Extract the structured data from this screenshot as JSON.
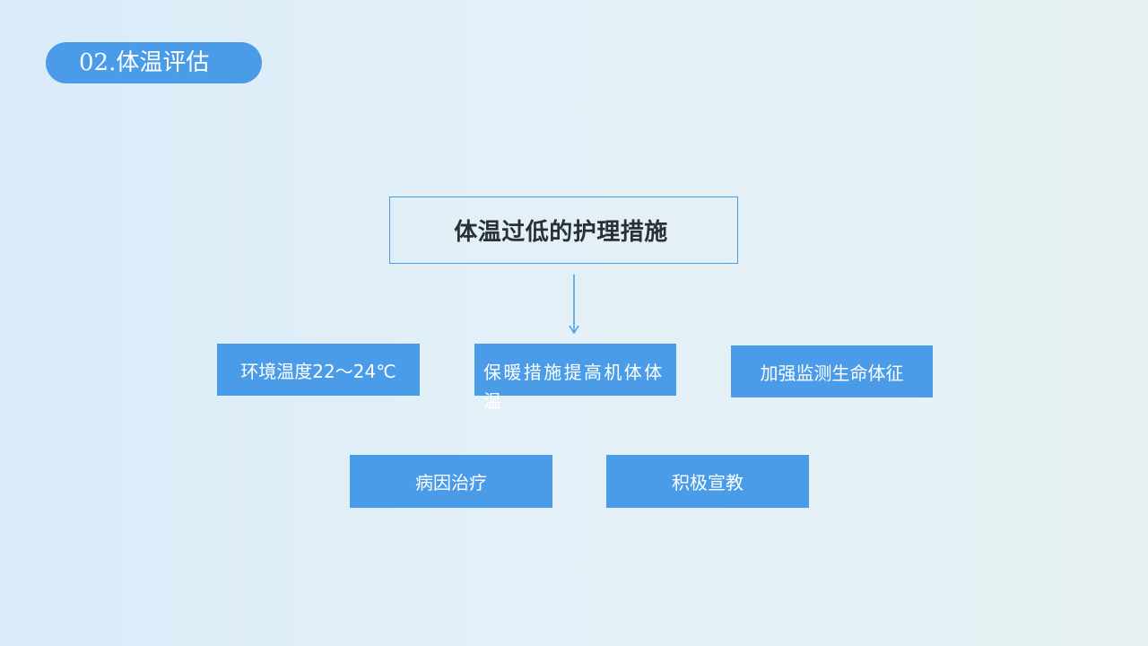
{
  "section": {
    "title": "02.体温评估"
  },
  "diagram": {
    "root": "体温过低的护理措施",
    "measures": [
      "环境温度22～24℃",
      "保暖措施提高机体体温",
      "加强监测生命体征",
      "病因治疗",
      "积极宣教"
    ]
  },
  "colors": {
    "accent": "#4a9ce9",
    "title_text": "#2a2f38",
    "box_text": "#ffffff"
  }
}
